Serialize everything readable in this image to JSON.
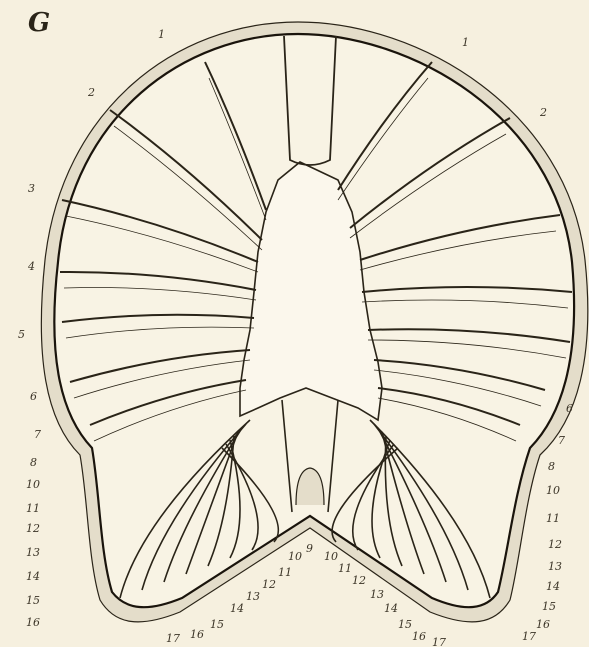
{
  "figure": {
    "panel_letter": "G",
    "colors": {
      "background": "#f6f0df",
      "ink": "#2a2418",
      "wall_fill": "#e4ddca",
      "mesentery_fill": "#ddd5c0"
    },
    "left_labels": [
      "1",
      "2",
      "3",
      "4",
      "5",
      "6",
      "7",
      "8",
      "10",
      "11",
      "12",
      "13",
      "14",
      "15",
      "16"
    ],
    "right_labels": [
      "1",
      "2",
      "6",
      "7",
      "8",
      "10",
      "11",
      "12",
      "13",
      "14",
      "15",
      "16",
      "17"
    ],
    "bottom_labels": [
      "17",
      "16",
      "15",
      "14",
      "13",
      "12",
      "11",
      "10",
      "9",
      "10",
      "11",
      "12",
      "13",
      "14",
      "15",
      "16",
      "17"
    ]
  }
}
